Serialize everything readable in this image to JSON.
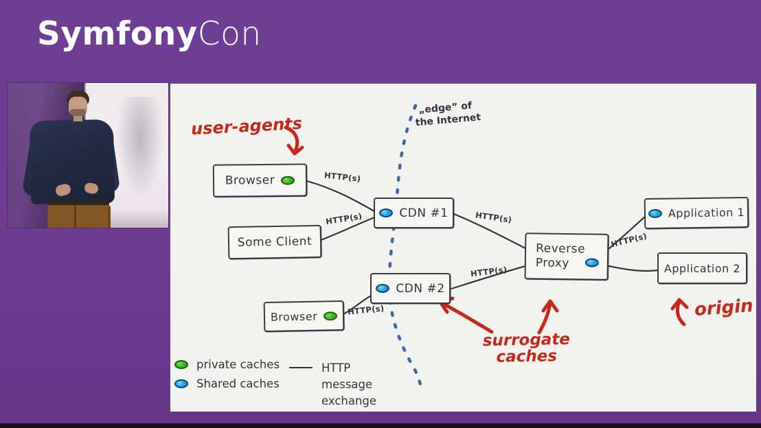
{
  "colors": {
    "background_purple": "#6b3c92",
    "whiteboard": "#f2f3ee",
    "ink": "#33333b",
    "annotation_red": "#c5291b",
    "private_cache_green": "#44bb2e",
    "shared_cache_blue": "#2aa7e8",
    "edge_dash_blue": "#3c67b0"
  },
  "header": {
    "logo_primary": "Symfony",
    "logo_secondary": "Con"
  },
  "video": {
    "description": "presenter-on-stage"
  },
  "diagram": {
    "nodes": {
      "browser_top": "Browser",
      "some_client": "Some Client",
      "cdn1": "CDN #1",
      "cdn2": "CDN #2",
      "browser_bottom": "Browser",
      "reverse_proxy": "Reverse Proxy",
      "app1": "Application 1",
      "app2": "Application 2"
    },
    "edge_label": "HTTP(s)",
    "annotations": {
      "user_agents": "user-agents",
      "edge_of_internet_line1": "„edge” of",
      "edge_of_internet_line2": "the Internet",
      "surrogate_line1": "surrogate",
      "surrogate_line2": "caches",
      "origin": "origin"
    },
    "legend": {
      "private": "private caches",
      "shared": "Shared caches",
      "http_message_line1": "HTTP message",
      "http_message_line2": "exchange"
    }
  }
}
